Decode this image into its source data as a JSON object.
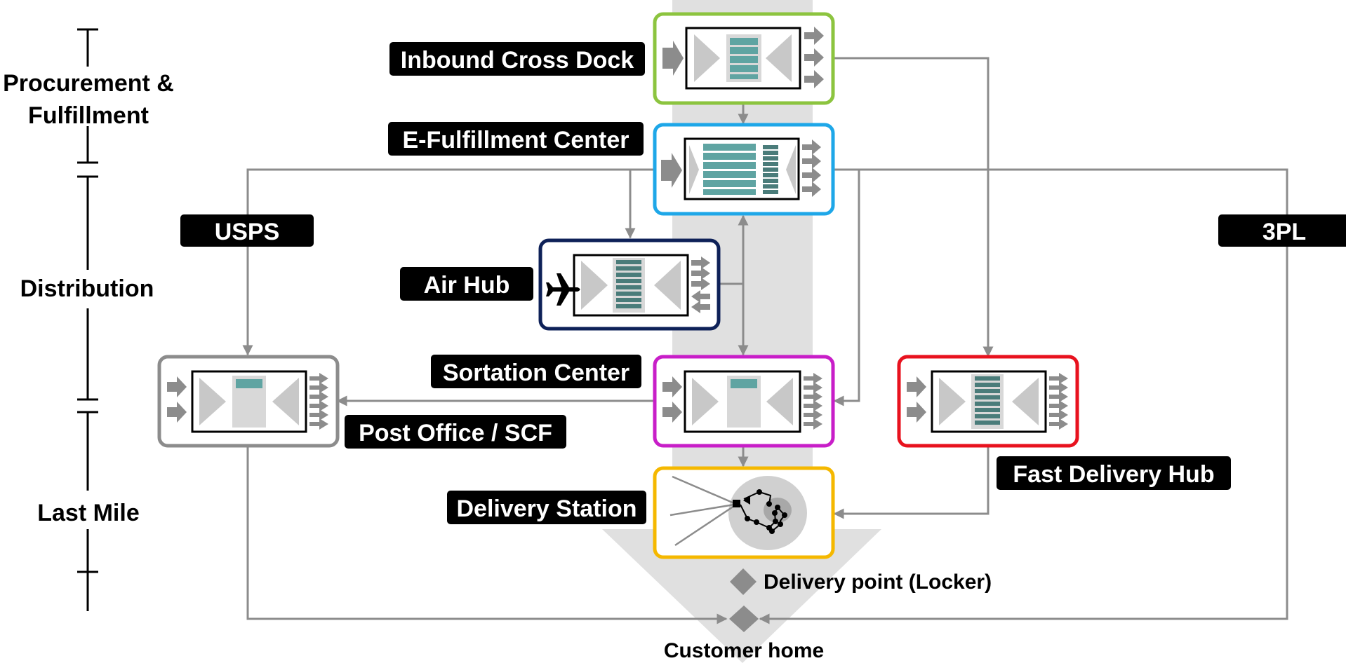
{
  "stages": {
    "procurement_line1": "Procurement &",
    "procurement_line2": "Fulfillment",
    "distribution": "Distribution",
    "last_mile": "Last Mile"
  },
  "labels": {
    "inbound_cross_dock": "Inbound Cross Dock",
    "e_fulfillment_center": "E-Fulfillment Center",
    "air_hub": "Air Hub",
    "sortation_center": "Sortation Center",
    "post_office_scf": "Post Office / SCF",
    "delivery_station": "Delivery Station",
    "fast_delivery_hub": "Fast Delivery Hub",
    "usps": "USPS",
    "third_party": "3PL"
  },
  "endpoints": {
    "delivery_point": "Delivery point (Locker)",
    "customer_home": "Customer home"
  },
  "colors": {
    "inbound_cross_dock": "#8cc43f",
    "e_fulfillment_center": "#1ea7e8",
    "air_hub": "#0e2158",
    "sortation_center": "#c81ec8",
    "post_office_scf": "#8c8c8c",
    "delivery_station": "#f5b800",
    "fast_delivery_hub": "#e8121e",
    "shelf_teal": "#5fa4a2",
    "flow_gray": "#8c8c8c",
    "background_arrow": "#e0e0e0",
    "label_bg": "#000000"
  }
}
